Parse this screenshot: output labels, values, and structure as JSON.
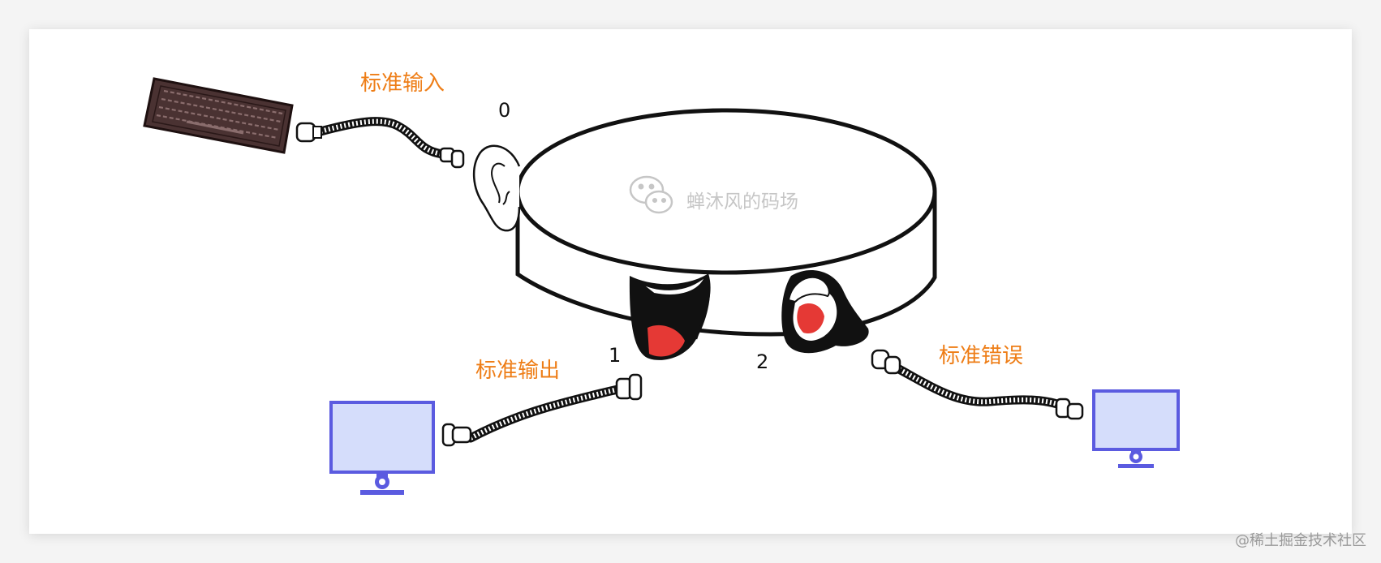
{
  "labels": {
    "stdin": "标准输入",
    "stdout": "标准输出",
    "stderr": "标准错误"
  },
  "fd": {
    "in": "0",
    "out": "1",
    "err": "2"
  },
  "watermark": "蝉沐风的码场",
  "credit": "@稀土掘金技术社区",
  "colors": {
    "label": "#ee7d16",
    "monitor": "#5b5be0",
    "monitor_fill": "#d5ddfb",
    "mouth": "#e53935"
  }
}
